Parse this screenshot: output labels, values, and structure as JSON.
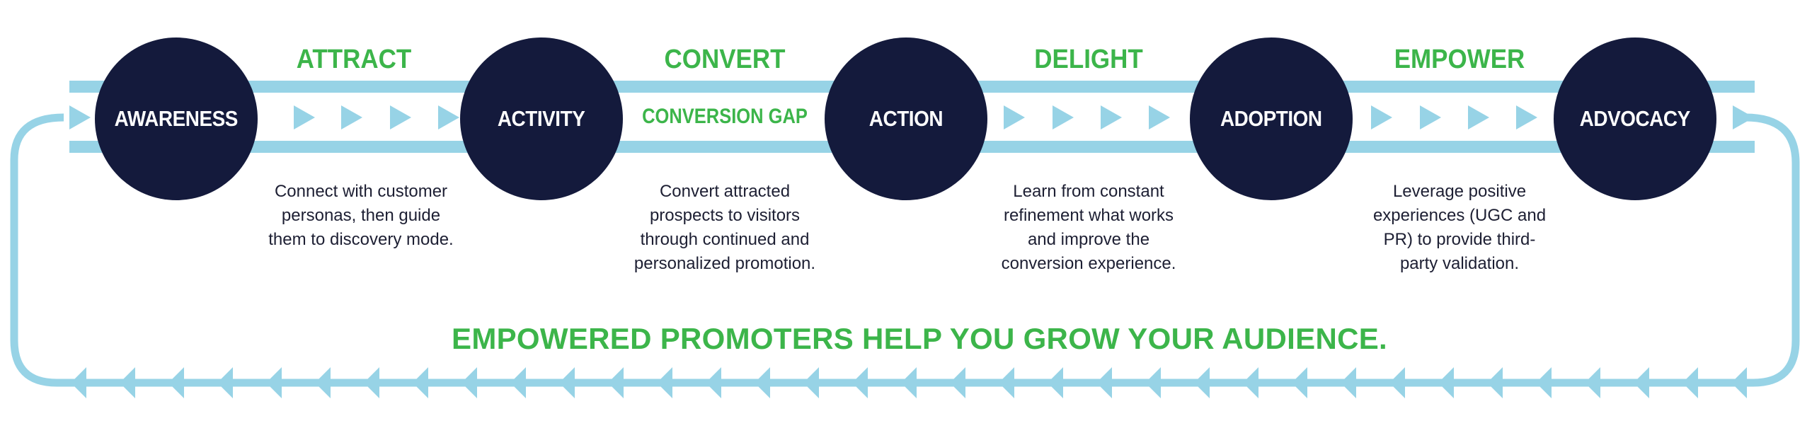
{
  "stages": [
    {
      "circle": "AWARENESS"
    },
    {
      "circle": "ACTIVITY"
    },
    {
      "circle": "ACTION"
    },
    {
      "circle": "ADOPTION"
    },
    {
      "circle": "ADVOCACY"
    }
  ],
  "transitions": [
    {
      "label": "ATTRACT",
      "description": [
        "Connect with customer",
        "personas, then guide",
        "them to discovery mode."
      ]
    },
    {
      "label": "CONVERT",
      "gap_label": "CONVERSION GAP",
      "description": [
        "Convert attracted",
        "prospects to visitors",
        "through continued and",
        "personalized promotion."
      ]
    },
    {
      "label": "DELIGHT",
      "description": [
        "Learn from constant",
        "refinement what works",
        "and improve the",
        "conversion experience."
      ]
    },
    {
      "label": "EMPOWER",
      "description": [
        "Leverage positive",
        "experiences (UGC and",
        "PR) to provide third-",
        "party validation."
      ]
    }
  ],
  "footer": "EMPOWERED PROMOTERS HELP YOU GROW YOUR AUDIENCE.",
  "colors": {
    "navy": "#141a3c",
    "band": "#97d3e6",
    "green": "#3cb54a",
    "text": "#1d1f33"
  }
}
